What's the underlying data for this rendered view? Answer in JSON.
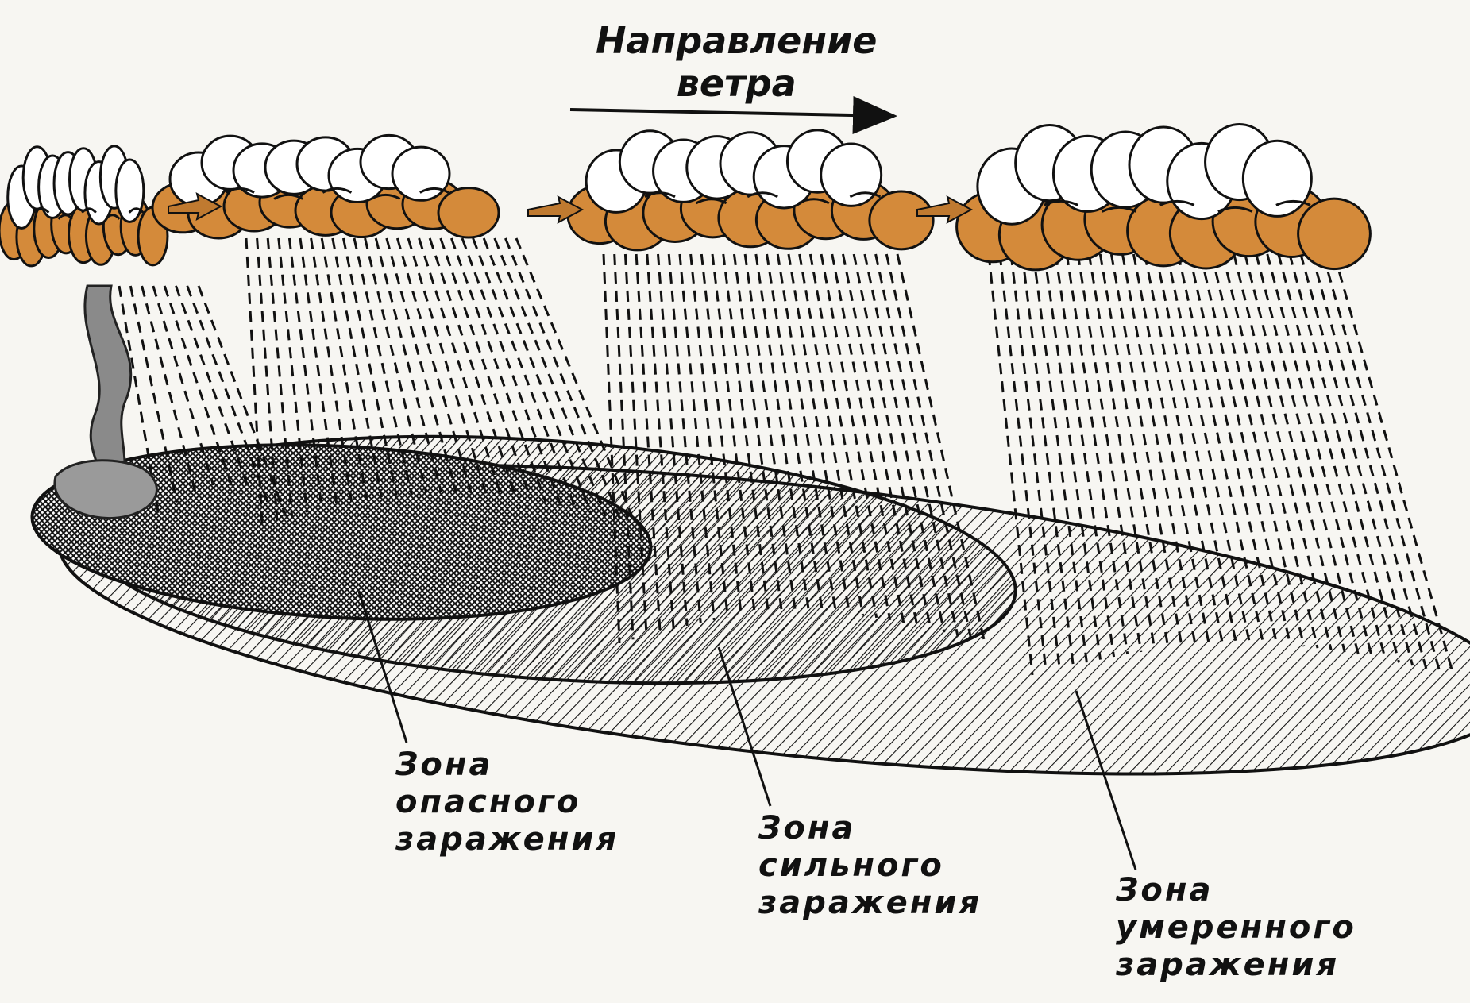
{
  "wind": {
    "line1": "Направление",
    "line2": "ветра"
  },
  "zones": [
    {
      "line1": "Зона",
      "line2": "опасного",
      "line3": "заражения"
    },
    {
      "line1": "Зона",
      "line2": "сильного",
      "line3": "заражения"
    },
    {
      "line1": "Зона",
      "line2": "умеренного",
      "line3": "заражения"
    }
  ],
  "colors": {
    "cloud_fill": "#ffffff",
    "cloud_shade": "#d48a3a",
    "ink": "#111111",
    "paper": "#f7f6f2"
  }
}
